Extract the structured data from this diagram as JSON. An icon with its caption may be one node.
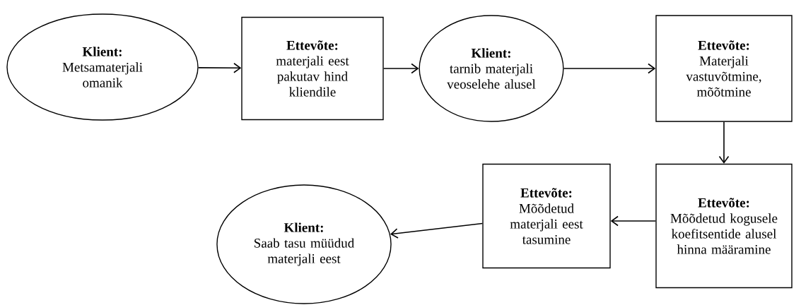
{
  "diagram": {
    "nodes": [
      {
        "text": [
          "Klient:",
          "Metsamaterjali omanik"
        ]
      },
      {
        "text": [
          "Ettevõte:",
          "materjali eest pakutav hind kliendile"
        ]
      },
      {
        "text": [
          "Klient:",
          "tarnib materjali veoselehe alusel"
        ]
      },
      {
        "text": [
          "Ettevõte:",
          "Materjali vastuvõtmine, mõõtmine"
        ]
      },
      {
        "text": [
          "Ettevõte:",
          "Mõõdetud kogusele koefitsentide alusel hinna määramine"
        ]
      },
      {
        "text": [
          "Ettevõte:",
          "Mõõdetud materjali eest tasumine"
        ]
      },
      {
        "text": [
          "Klient:",
          "Saab tasu müüdud materjali eest"
        ]
      }
    ],
    "edges": [
      {
        "from": 0,
        "to": 1,
        "arrow": "to"
      },
      {
        "from": 1,
        "to": 2,
        "arrow": "to"
      },
      {
        "from": 2,
        "to": 3,
        "arrow": "to"
      },
      {
        "from": 3,
        "to": 4,
        "arrow": "to"
      },
      {
        "from": 4,
        "to": 5,
        "arrow": "to"
      },
      {
        "from": 5,
        "to": 6,
        "arrow": "to"
      }
    ]
  }
}
